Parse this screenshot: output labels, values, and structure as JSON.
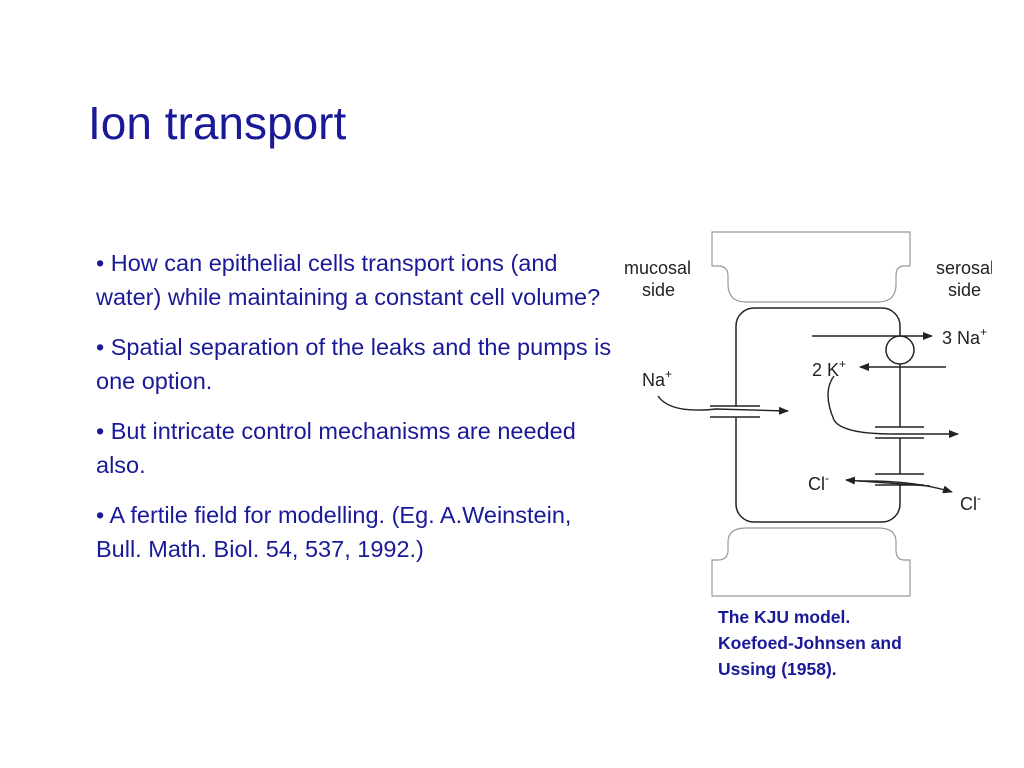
{
  "slide": {
    "title": "Ion transport",
    "bullets": [
      "• How can epithelial cells transport ions (and water) while maintaining a constant cell volume?",
      "• Spatial separation of the leaks and the pumps is one option.",
      "• But intricate control mechanisms are needed also.",
      "• A fertile field for modelling. (Eg. A.Weinstein, Bull. Math. Biol. 54, 537, 1992.)"
    ]
  },
  "figure": {
    "labels": {
      "mucosal_1": "mucosal",
      "mucosal_2": "side",
      "serosal_1": "serosal",
      "serosal_2": "side",
      "na_in_base": "Na",
      "na_in_sup": "+",
      "na_out_base": "3 Na",
      "na_out_sup": "+",
      "k_base": "2 K",
      "k_sup": "+",
      "cl_in_base": "Cl",
      "cl_in_sup": "-",
      "cl_out_base": "Cl",
      "cl_out_sup": "-"
    },
    "caption": [
      "The KJU model.",
      "Koefoed-Johnsen and",
      "Ussing (1958)."
    ]
  },
  "colors": {
    "text_blue": "#1a1a99",
    "diagram_line": "#222222"
  }
}
